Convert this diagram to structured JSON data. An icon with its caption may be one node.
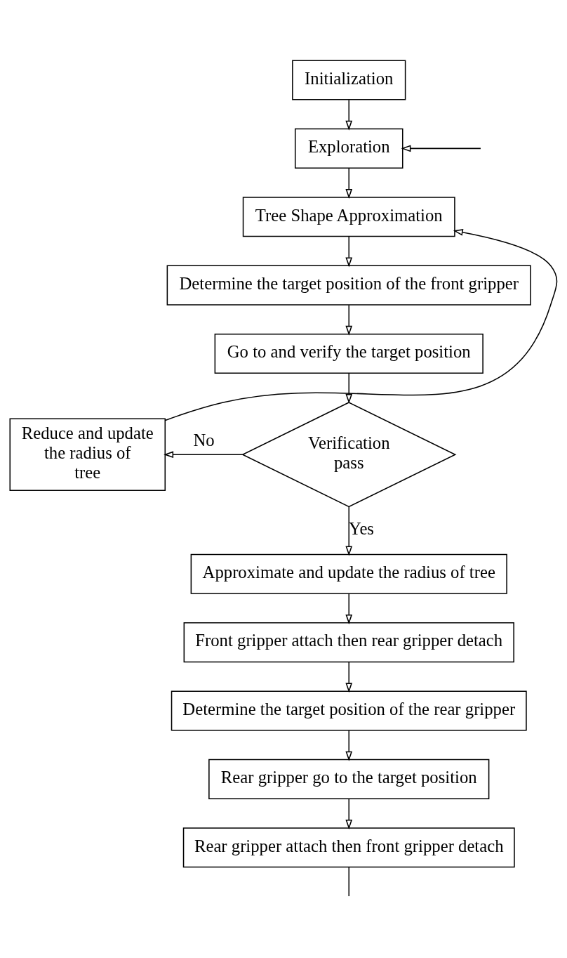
{
  "diagram": {
    "nodes": [
      {
        "text": [
          "Initialization"
        ]
      },
      {
        "text": [
          "Exploration"
        ]
      },
      {
        "text": [
          "Tree Shape Approximation"
        ]
      },
      {
        "text": [
          "Determine the target position of the front gripper"
        ]
      },
      {
        "text": [
          "Go to and verify the target position"
        ]
      },
      {
        "text": [
          "Verification pass"
        ]
      },
      {
        "text": [
          "Reduce and update the radius of tree"
        ]
      },
      {
        "text": [
          "Approximate and update the radius of tree"
        ]
      },
      {
        "text": [
          "Front gripper attach then rear gripper detach"
        ]
      },
      {
        "text": [
          "Determine the target position of the rear gripper"
        ]
      },
      {
        "text": [
          "Rear gripper go to the target position"
        ]
      },
      {
        "text": [
          "Rear gripper attach then front gripper detach"
        ]
      }
    ],
    "edges": [
      {
        "from": 0,
        "to": 1,
        "arrow": "to"
      },
      {
        "from": 1,
        "to": 2,
        "arrow": "to"
      },
      {
        "from": 2,
        "to": 3,
        "arrow": "to"
      },
      {
        "from": 3,
        "to": 4,
        "arrow": "to"
      },
      {
        "from": 4,
        "to": 5,
        "arrow": "to"
      },
      {
        "from": 5,
        "to": 6,
        "arrow": "to",
        "label": "No"
      },
      {
        "from": 6,
        "to": 2,
        "arrow": "to"
      },
      {
        "from": 5,
        "to": 7,
        "arrow": "to",
        "label": "Yes"
      },
      {
        "from": 7,
        "to": 8,
        "arrow": "to"
      },
      {
        "from": 8,
        "to": 9,
        "arrow": "to"
      },
      {
        "from": 9,
        "to": 10,
        "arrow": "to"
      },
      {
        "from": 10,
        "to": 11,
        "arrow": "to"
      },
      {
        "from": null,
        "to": 1,
        "arrow": "to"
      },
      {
        "from": 11,
        "to": null,
        "arrow": "none"
      }
    ]
  }
}
